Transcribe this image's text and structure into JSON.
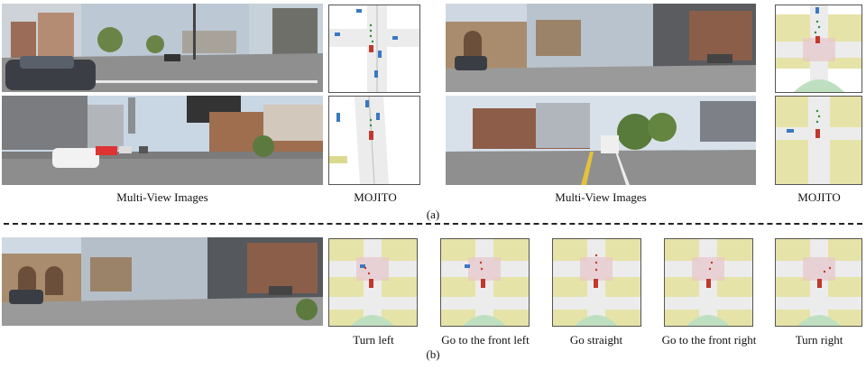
{
  "panel_a": {
    "left_caption": "Multi-View Images",
    "left_map_caption": "MOJITO",
    "right_caption": "Multi-View Images",
    "right_map_caption": "MOJITO",
    "label": "(a)"
  },
  "panel_b": {
    "captions": [
      "Turn left",
      "Go to the front left",
      "Go straight",
      "Go to the front right",
      "Turn right"
    ],
    "label": "(b)"
  },
  "colors": {
    "sky": "#c9d6e4",
    "building_brick": "#8b5e4a",
    "road": "#8c8c8c",
    "foliage": "#5d7a3e",
    "map_lane": "#cfcfcf",
    "map_area": "#e6e3a8",
    "map_crosswalk": "#e7c6cc",
    "map_green": "#bfe0c0",
    "ego_vehicle": "#c0392b",
    "agent_vehicle": "#3a78c2",
    "trajectory": "#2e8b3a"
  }
}
